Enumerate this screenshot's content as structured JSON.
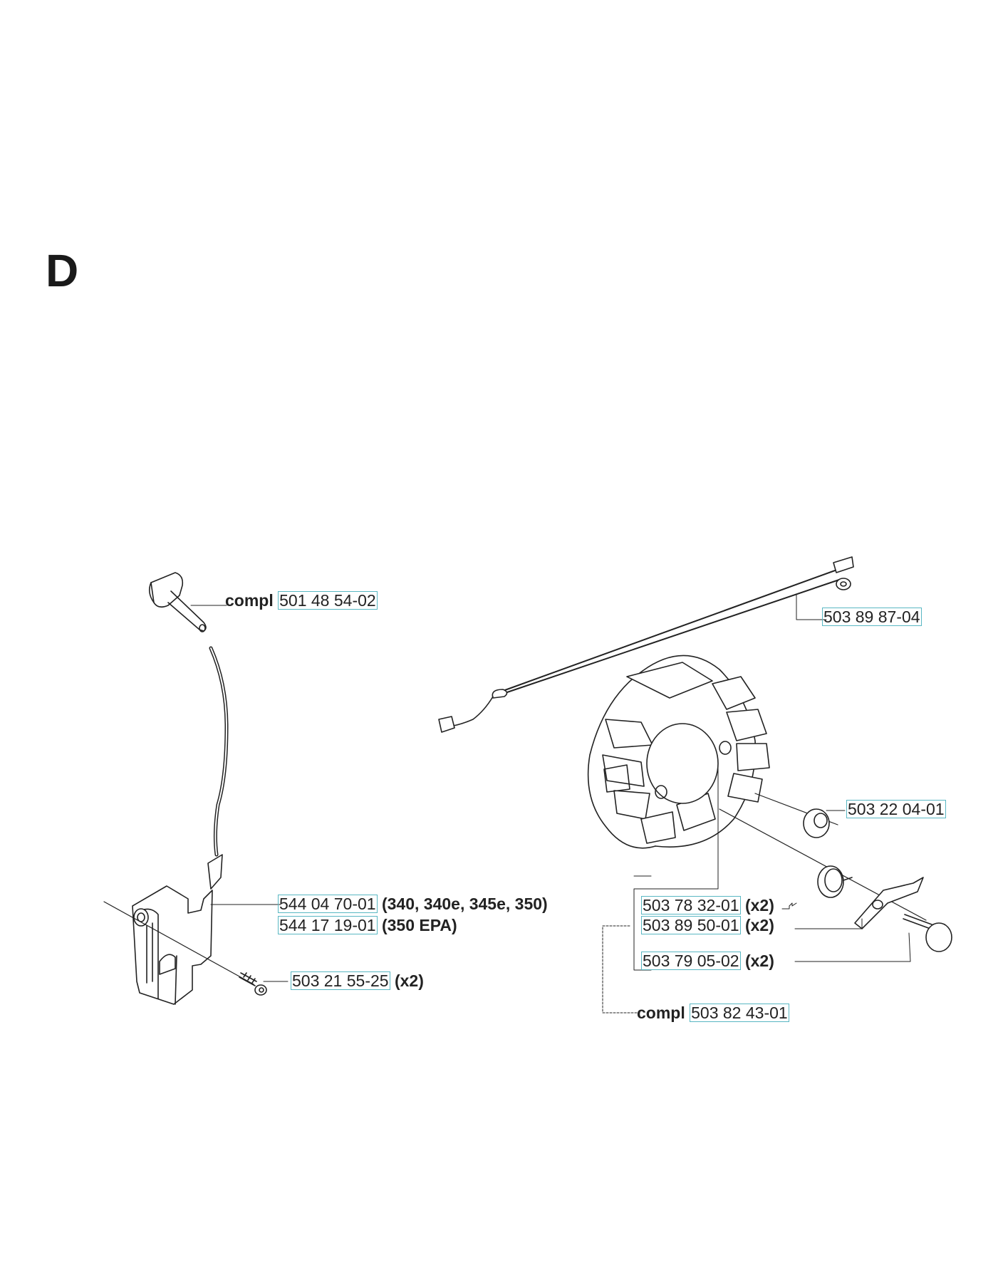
{
  "section_letter": "D",
  "parts": {
    "spark_plug_cap": {
      "prefix": "compl",
      "number": "501 48 54-02",
      "suffix": ""
    },
    "ignition_wire": {
      "prefix": "",
      "number": "503 89 87-04",
      "suffix": ""
    },
    "flywheel_nut": {
      "prefix": "",
      "number": "503 22 04-01",
      "suffix": ""
    },
    "ignition_module_a": {
      "prefix": "",
      "number": "544 04 70-01",
      "suffix": "(340, 340e, 345e, 350)"
    },
    "ignition_module_b": {
      "prefix": "",
      "number": "544 17 19-01",
      "suffix": "(350 EPA)"
    },
    "module_screw": {
      "prefix": "",
      "number": "503 21 55-25",
      "suffix": "(x2)"
    },
    "spring": {
      "prefix": "",
      "number": "503 78 32-01",
      "suffix": "(x2)"
    },
    "pawl": {
      "prefix": "",
      "number": "503 89 50-01",
      "suffix": "(x2)"
    },
    "pawl_bolt": {
      "prefix": "",
      "number": "503 79 05-02",
      "suffix": "(x2)"
    },
    "flywheel_complete": {
      "prefix": "compl",
      "number": "503 82 43-01",
      "suffix": ""
    }
  },
  "colors": {
    "line": "#222222",
    "highlight_box": "#59b7c3"
  },
  "icons": [
    "spark-plug-cap-icon",
    "ignition-module-icon",
    "flywheel-icon",
    "ignition-wire-icon",
    "screw-icon",
    "nut-icon",
    "spring-icon",
    "pawl-icon",
    "pawl-bolt-icon"
  ]
}
